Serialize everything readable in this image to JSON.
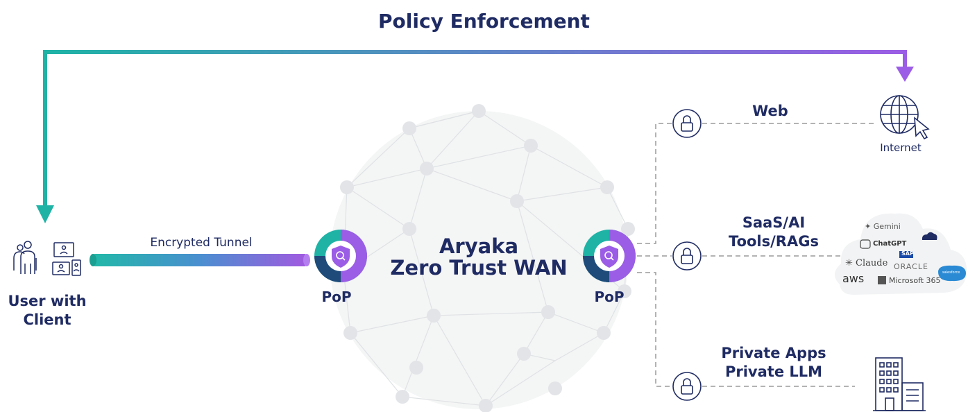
{
  "title": "Policy Enforcement",
  "center": {
    "line1": "Aryaka",
    "line2": "Zero Trust WAN"
  },
  "pop_left": "PoP",
  "pop_right": "PoP",
  "user": {
    "line1": "User with",
    "line2": "Client"
  },
  "tunnel_label": "Encrypted Tunnel",
  "destinations": {
    "web": "Web",
    "saas": {
      "line1": "SaaS/AI",
      "line2": "Tools/RAGs"
    },
    "private": {
      "line1": "Private Apps",
      "line2": "Private LLM"
    }
  },
  "internet_label": "Internet",
  "saas_logos": {
    "gemini": "✦ Gemini",
    "chatgpt": "ChatGPT",
    "sap": "SAP",
    "claude": "✳ Claude",
    "oracle": "ORACLE",
    "aws": "aws",
    "microsoft": "Microsoft 365",
    "salesforce": "salesforce"
  },
  "colors": {
    "navy": "#1f2b63",
    "teal": "#1fb3a6",
    "purple": "#9b5de5",
    "gray_dash": "#9a9a9a"
  }
}
